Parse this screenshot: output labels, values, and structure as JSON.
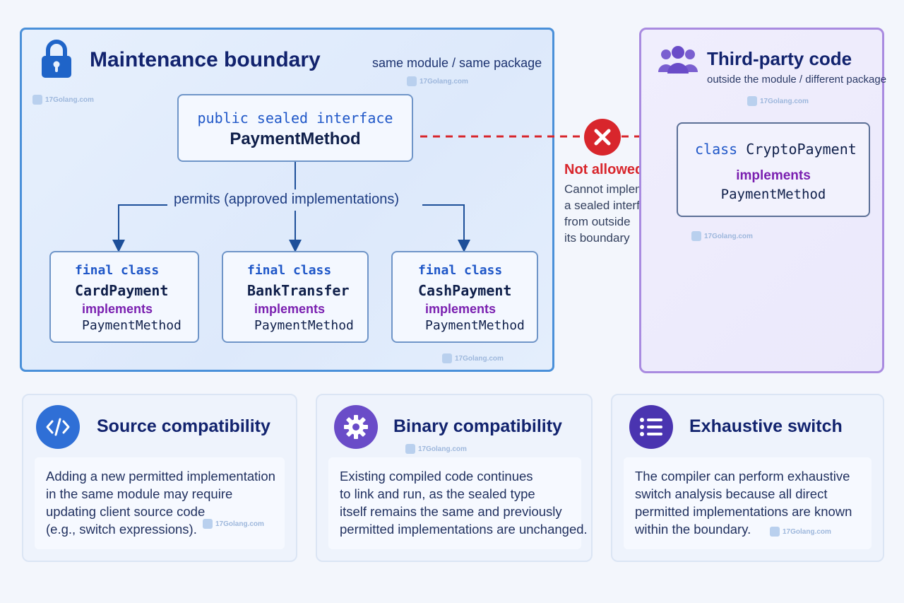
{
  "maintenance": {
    "title": "Maintenance boundary",
    "subtitle": "same module / same package",
    "interface": {
      "kw": "public sealed interface",
      "name": "PaymentMethod"
    },
    "permits_label": "permits (approved implementations)",
    "classes": [
      {
        "kw": "final class",
        "name": "CardPayment",
        "implements": "implements",
        "iface": "PaymentMethod"
      },
      {
        "kw": "final class",
        "name": "BankTransfer",
        "implements": "implements",
        "iface": "PaymentMethod"
      },
      {
        "kw": "final class",
        "name": "CashPayment",
        "implements": "implements",
        "iface": "PaymentMethod"
      }
    ]
  },
  "not_allowed": {
    "label": "Not allowed",
    "lines": [
      "Cannot implement",
      "a sealed interface",
      "from outside",
      "its boundary"
    ]
  },
  "third_party": {
    "title": "Third-party code",
    "subtitle": "outside the module / different package",
    "class": {
      "kw": "class",
      "name": "CryptoPayment",
      "implements": "implements",
      "iface": "PaymentMethod"
    }
  },
  "cards": [
    {
      "title": "Source compatibility",
      "icon": "code-icon",
      "lines": [
        "Adding a new permitted implementation",
        "in the same module may require",
        "updating client source code",
        "(e.g., switch expressions)."
      ]
    },
    {
      "title": "Binary compatibility",
      "icon": "gear-icon",
      "lines": [
        "Existing compiled code continues",
        "to link and run, as the sealed type",
        "itself remains the same and previously",
        "permitted implementations are unchanged."
      ]
    },
    {
      "title": "Exhaustive switch",
      "icon": "list-icon",
      "lines": [
        "The compiler can perform exhaustive",
        "switch analysis because all direct",
        "permitted implementations are known",
        "within the boundary."
      ]
    }
  ],
  "watermark": "17Golang.com",
  "colors": {
    "boundary": "#4a90d9",
    "third_party": "#a98be0",
    "error": "#d8262c"
  }
}
